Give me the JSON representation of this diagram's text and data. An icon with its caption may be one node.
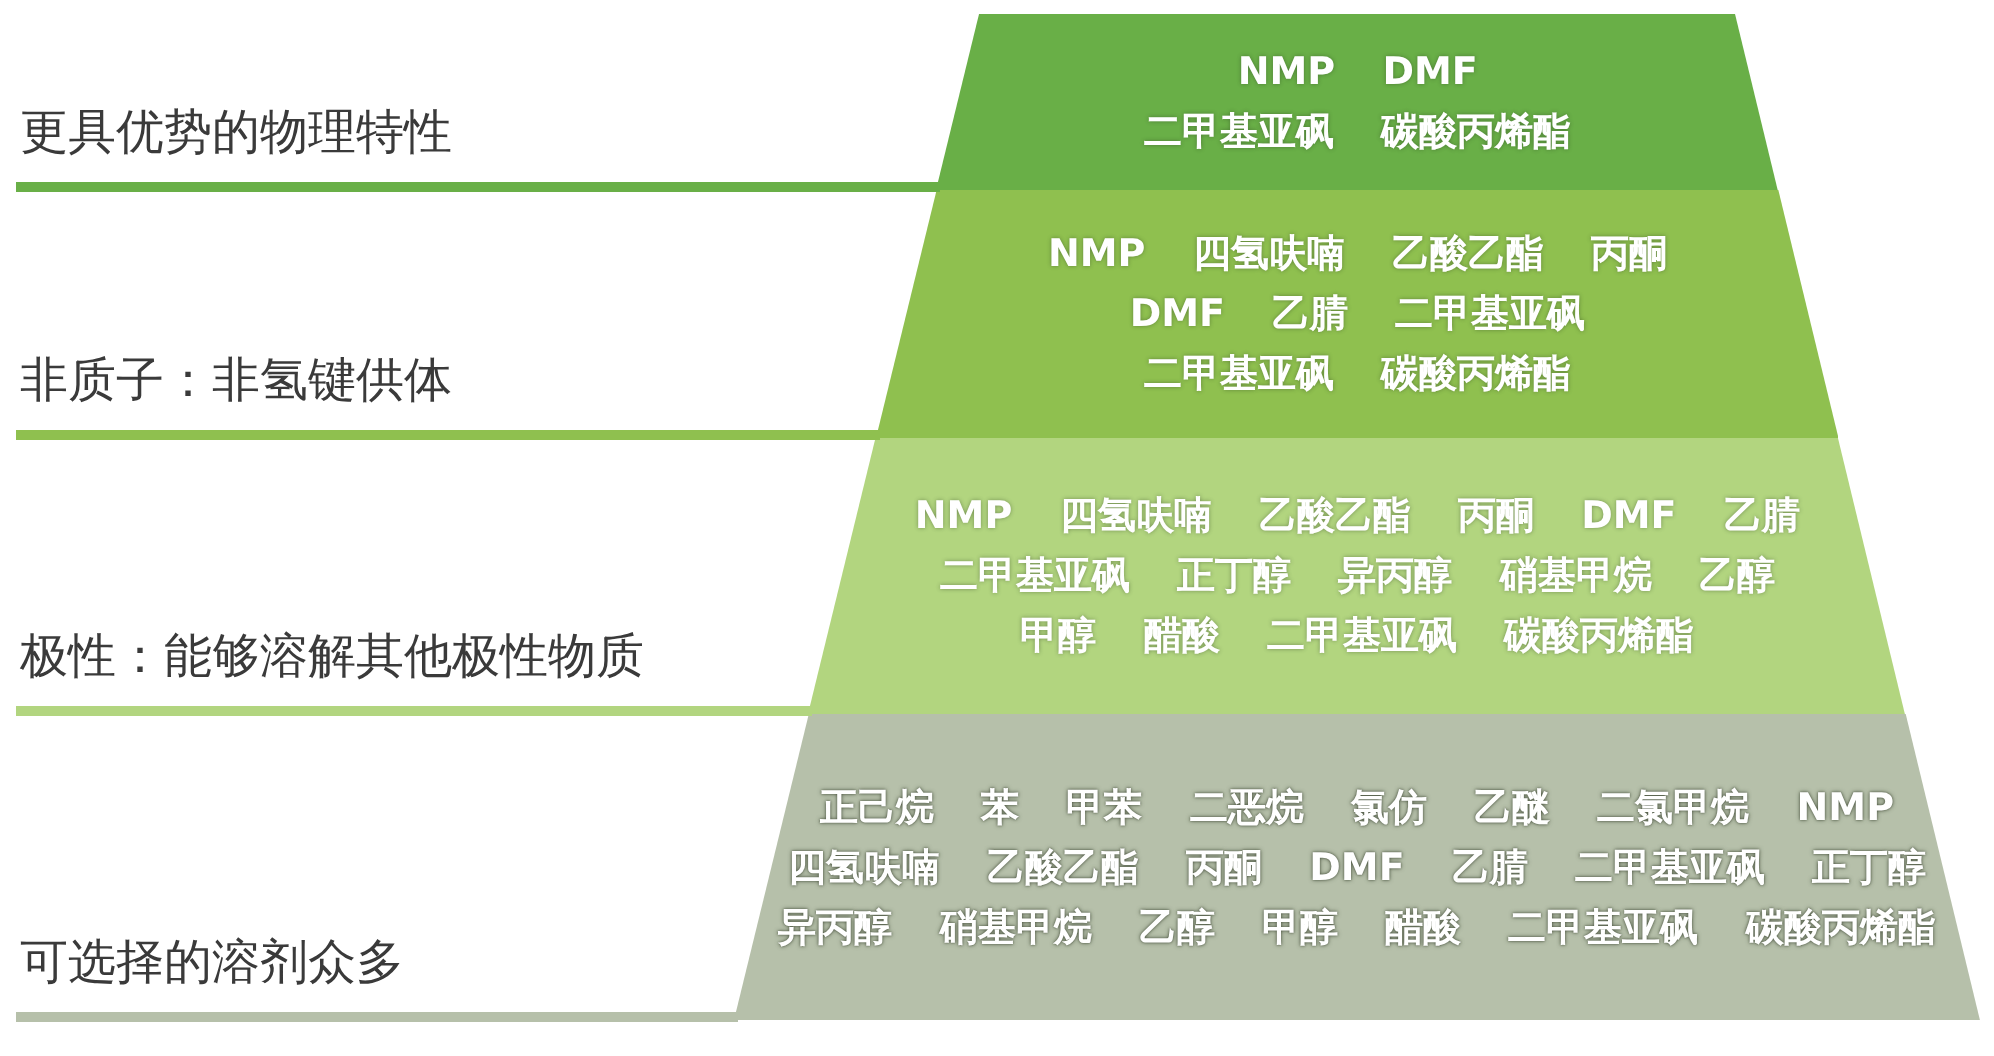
{
  "diagram": {
    "nodes": [
      {
        "text": [
          "NMP DMF",
          "二甲基亚砜 碳酸丙烯酯"
        ]
      },
      {
        "text": [
          "NMP 四氢呋喃 乙酸乙酯 丙酮",
          "DMF 乙腈 二甲基亚砜",
          "二甲基亚砜 碳酸丙烯酯"
        ]
      },
      {
        "text": [
          "NMP 四氢呋喃 乙酸乙酯 丙酮 DMF 乙腈",
          "二甲基亚砜 正丁醇 异丙醇 硝基甲烷 乙醇",
          "甲醇 醋酸 二甲基亚砜 碳酸丙烯酯"
        ]
      },
      {
        "text": [
          "正己烷 苯 甲苯 二恶烷 氯仿 乙醚 二氯甲烷 NMP",
          "四氢呋喃 乙酸乙酯 丙酮 DMF 乙腈 二甲基亚砜 正丁醇",
          "异丙醇 硝基甲烷 乙醇 甲醇 醋酸 二甲基亚砜 碳酸丙烯酯"
        ]
      }
    ],
    "labels": [
      "更具优势的物理特性",
      "非质子：非氢键供体",
      "极性：能够溶解其他极性物质",
      "可选择的溶剂众多"
    ]
  }
}
